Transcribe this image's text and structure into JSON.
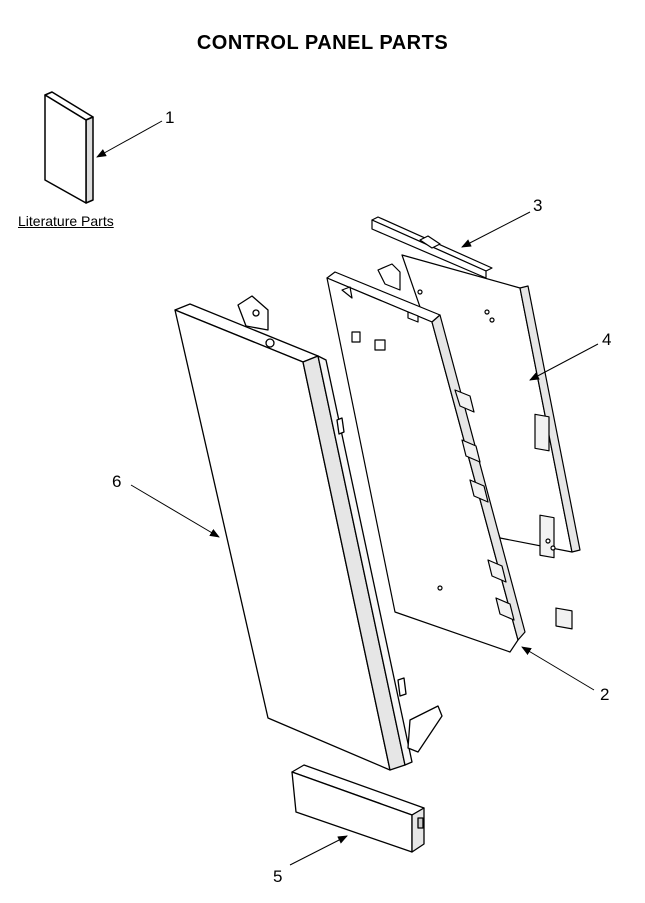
{
  "title": "CONTROL PANEL PARTS",
  "literature_label": "Literature Parts",
  "callouts": {
    "c1": "1",
    "c2": "2",
    "c3": "3",
    "c4": "4",
    "c5": "5",
    "c6": "6"
  }
}
